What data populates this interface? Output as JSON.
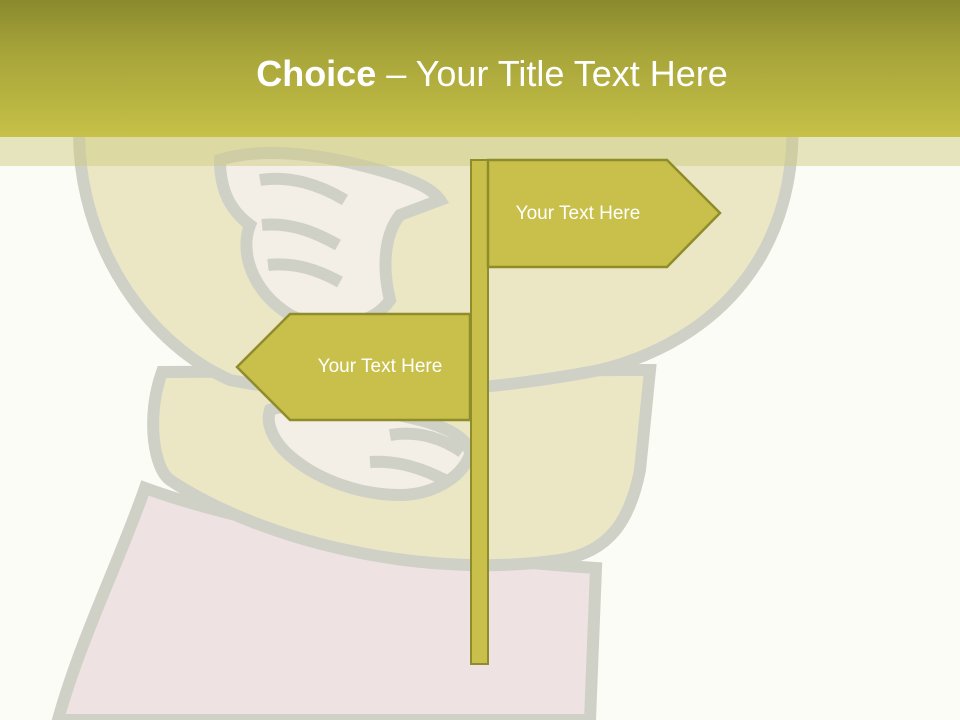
{
  "title": {
    "brand": "Choice",
    "separator": " – ",
    "text": "Your Title Text Here"
  },
  "signs": {
    "right_label": "Your Text Here",
    "left_label": "Your Text Here"
  },
  "colors": {
    "accent": "#c8c04a",
    "accent_stroke": "#8f8c2c",
    "title_band_top": "#8a8a2e",
    "title_band_bottom": "#c6c148",
    "background": "#fbfcf5"
  }
}
